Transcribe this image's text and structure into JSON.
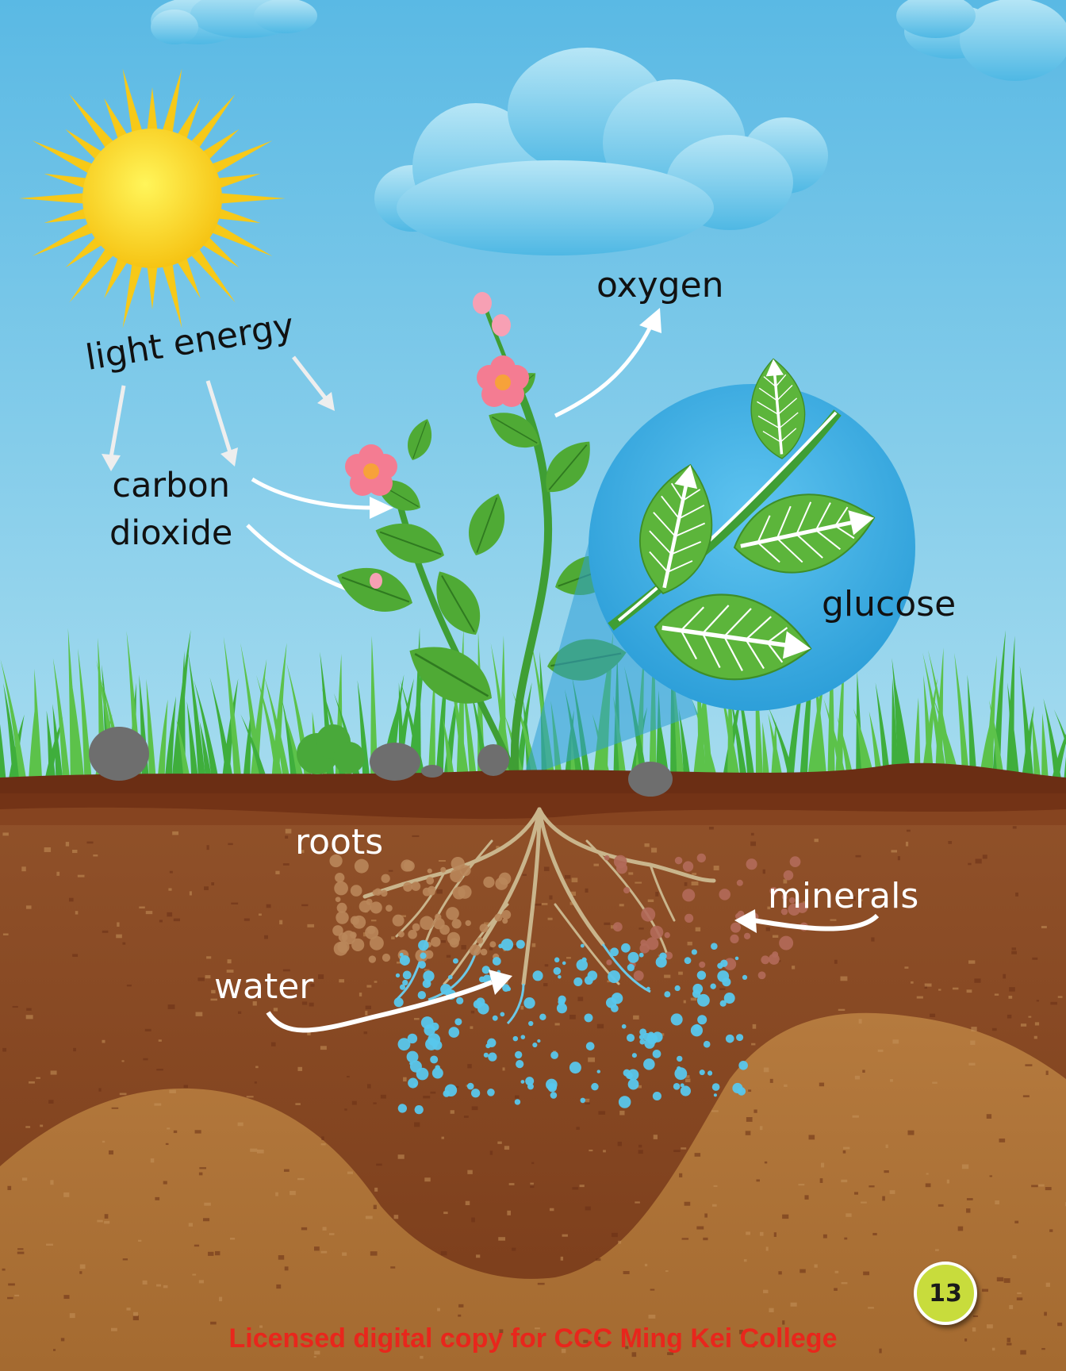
{
  "labels": {
    "light_energy": "light energy",
    "carbon": "carbon",
    "dioxide": "dioxide",
    "oxygen": "oxygen",
    "glucose": "glucose",
    "roots": "roots",
    "minerals": "minerals",
    "water": "water"
  },
  "page_number": "13",
  "license_notice": "Licensed digital copy for CCC Ming Kei College",
  "colors": {
    "sky": "#6cc3e6",
    "sun": "#f7d21c",
    "leaf": "#5fb53c",
    "soil": "#8a4a22",
    "water_droplet": "#59c7ec",
    "license_text": "#e8261c"
  }
}
